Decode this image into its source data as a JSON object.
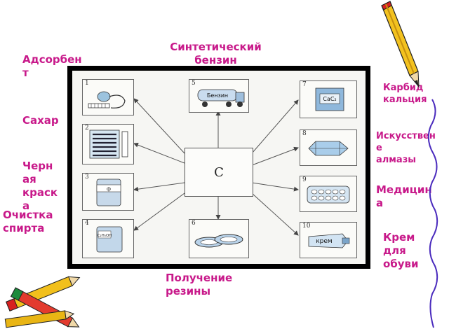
{
  "center": {
    "symbol": "C"
  },
  "labels": {
    "synthetic_gasoline": "Синтетический\nбензин",
    "adsorbent": "Адсорбен\nт",
    "sugar": "Сахар",
    "black_paint": "Черн\nая\nкраск\nа",
    "spirit_cleaning": "Очистка\nспирта",
    "rubber": "Получение\nрезины",
    "calcium_carbide": "Карбид\nкальция",
    "artificial_diamonds": "Искусствен\nе\nалмазы",
    "medicine": "Медицин\nа",
    "shoe_cream": "Крем\nдля\nобуви"
  },
  "cells": {
    "c1": "1",
    "c2": "2",
    "c3": "3",
    "c4": "4",
    "c5": "5",
    "c6": "6",
    "c7": "7",
    "c8": "8",
    "c9": "9",
    "c10": "10"
  },
  "pictures": {
    "benzin": "Бензин",
    "cac2": "CaC₂",
    "krem": "крем",
    "pharm": "ф",
    "spirit": "C₂H₅OH"
  },
  "colors": {
    "label": "#c8198a",
    "board": "#000000"
  }
}
